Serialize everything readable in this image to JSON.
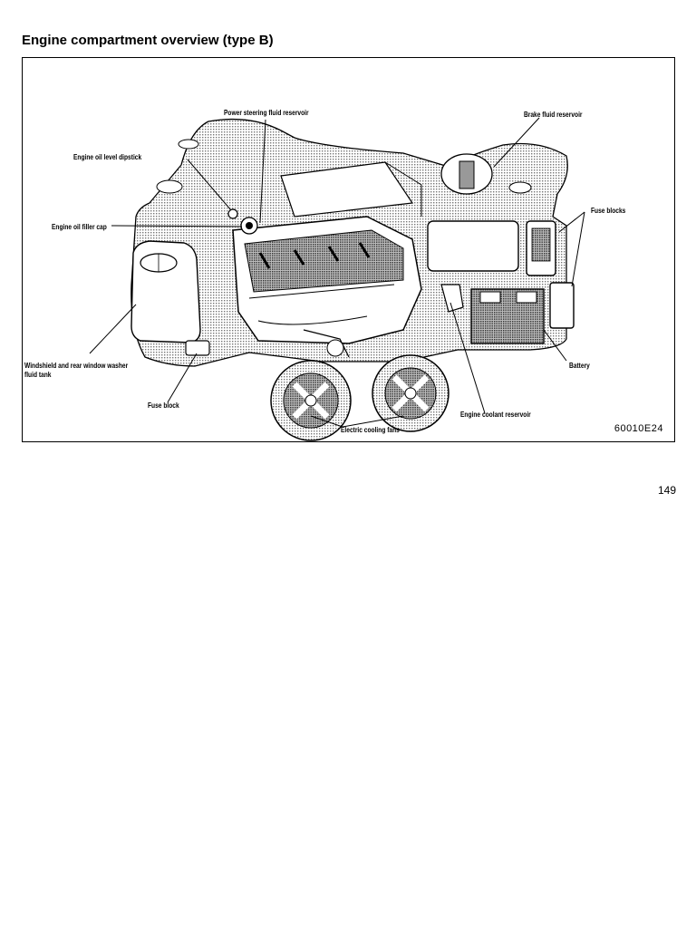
{
  "page": {
    "title": "Engine compartment overview (type B)",
    "page_number": "149"
  },
  "figure": {
    "code": "60010E24",
    "labels": {
      "power_steering": "Power steering fluid reservoir",
      "brake_fluid": "Brake fluid reservoir",
      "oil_dipstick": "Engine oil level dipstick",
      "oil_filler": "Engine oil filler cap",
      "fuse_blocks": "Fuse blocks",
      "washer_tank_1": "Windshield and rear window washer",
      "washer_tank_2": "fluid tank",
      "battery": "Battery",
      "fuse_block": "Fuse block",
      "coolant": "Engine coolant reservoir",
      "cooling_fans": "Electric cooling fans"
    }
  }
}
